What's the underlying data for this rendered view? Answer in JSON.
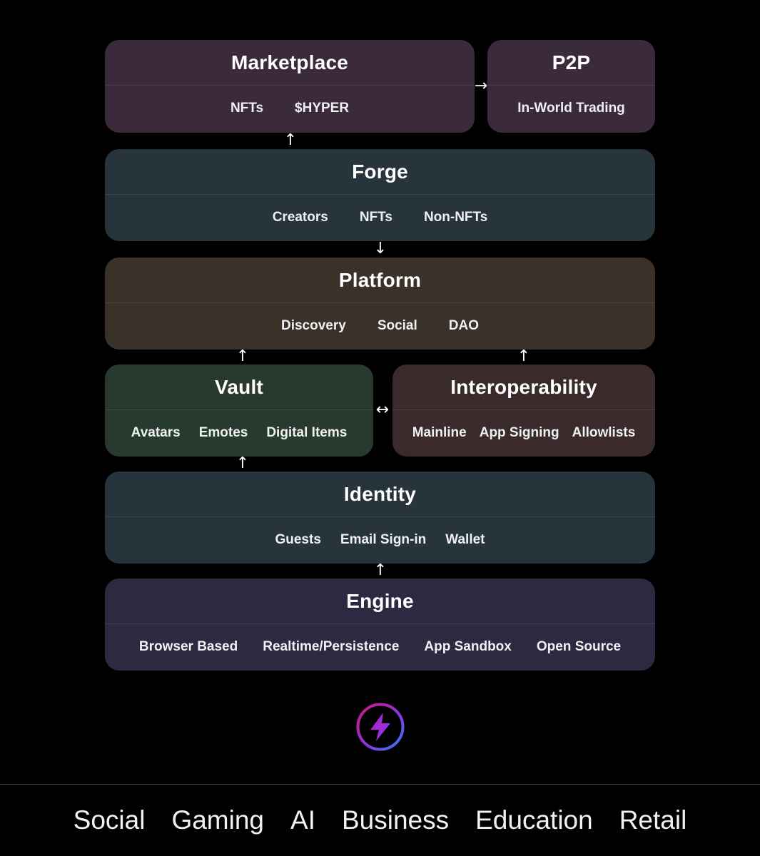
{
  "colors": {
    "marketplace": "#3b2a3c",
    "p2p": "#3b2a3c",
    "forge": "#28343b",
    "platform": "#3a3128",
    "vault": "#283a2f",
    "interoperability": "#3b2a2c",
    "identity": "#28343b",
    "engine": "#2c2940"
  },
  "boxes": {
    "marketplace": {
      "title": "Marketplace",
      "items": [
        "NFTs",
        "$HYPER"
      ]
    },
    "p2p": {
      "title": "P2P",
      "items": [
        "In-World Trading"
      ]
    },
    "forge": {
      "title": "Forge",
      "items": [
        "Creators",
        "NFTs",
        "Non-NFTs"
      ]
    },
    "platform": {
      "title": "Platform",
      "items": [
        "Discovery",
        "Social",
        "DAO"
      ]
    },
    "vault": {
      "title": "Vault",
      "items": [
        "Avatars",
        "Emotes",
        "Digital Items"
      ]
    },
    "interoperability": {
      "title": "Interoperability",
      "items": [
        "Mainline",
        "App Signing",
        "Allowlists"
      ]
    },
    "identity": {
      "title": "Identity",
      "items": [
        "Guests",
        "Email Sign-in",
        "Wallet"
      ]
    },
    "engine": {
      "title": "Engine",
      "items": [
        "Browser Based",
        "Realtime/Persistence",
        "App Sandbox",
        "Open Source"
      ]
    }
  },
  "arrows": {
    "marketplace_to_p2p": "→",
    "forge_to_marketplace": "↑",
    "forge_to_platform": "↓",
    "vault_to_platform": "↑",
    "interop_to_platform": "↑",
    "vault_interop": "↔",
    "identity_to_vault": "↑",
    "engine_to_identity": "↑"
  },
  "logo": {
    "icon": "lightning-bolt-icon"
  },
  "footer": {
    "items": [
      "Social",
      "Gaming",
      "AI",
      "Business",
      "Education",
      "Retail"
    ]
  }
}
